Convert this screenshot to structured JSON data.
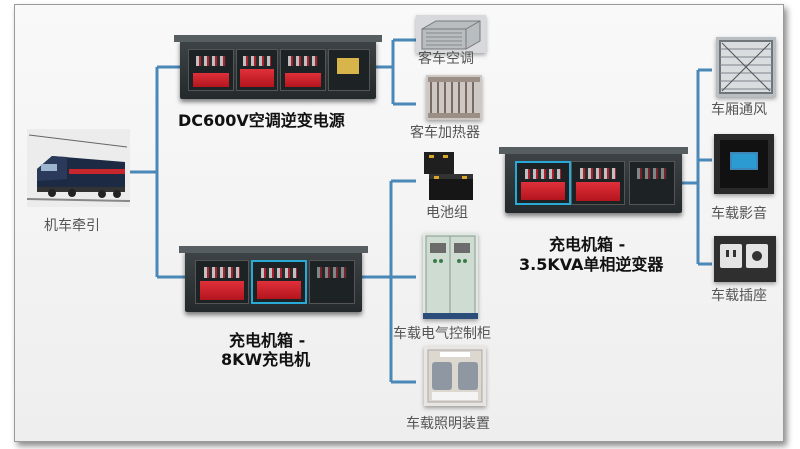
{
  "center_label": "机车牵引",
  "ac_inverter": {
    "label": "DC600V空调逆变电源"
  },
  "charger": {
    "label_line1": "充电机箱 -",
    "label_line2": "8KW充电机"
  },
  "charger_inverter": {
    "label_line1": "充电机箱 -",
    "label_line2": "3.5KVA单相逆变器"
  },
  "ac_outputs": [
    "客车空调",
    "客车加热器"
  ],
  "charger_outputs": [
    "电池组",
    "车载电气控制柜",
    "车载照明装置"
  ],
  "inverter_outputs": [
    "车厢通风",
    "车载影音",
    "车载插座"
  ],
  "colors": {
    "connector": "#4a88b8",
    "cabinet_red": "#d52a33",
    "highlight_blue": "#29a9d6"
  }
}
